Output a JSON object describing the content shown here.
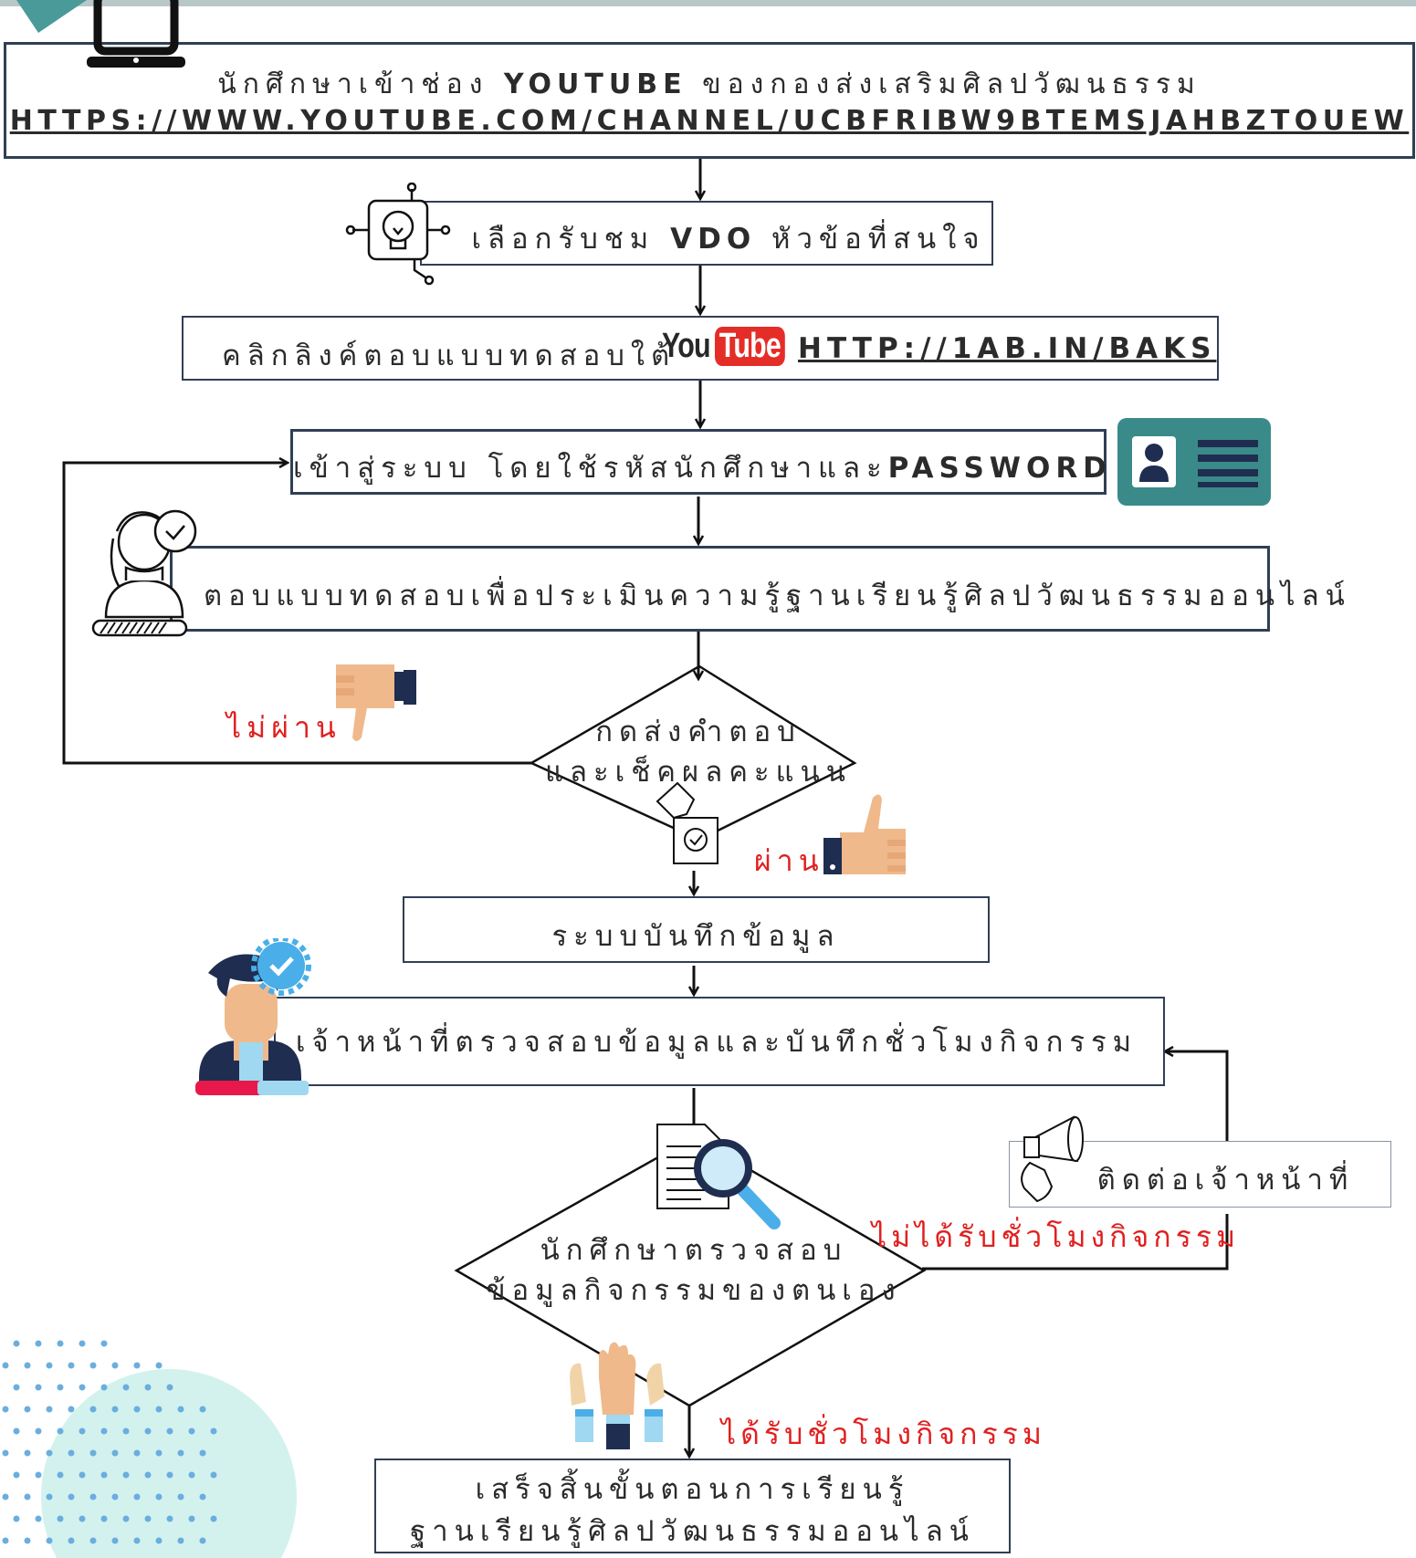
{
  "steps": {
    "s1": {
      "pre": "นักศึกษาเข้าช่อง",
      "bold": "YOUTUBE",
      "post": "ของกองส่งเสริมศิลปวัฒนธรรม",
      "url": "HTTPS://WWW.YOUTUBE.COM/CHANNEL/UCBFRIBW9BTEMSJAHBZTOUEW"
    },
    "s2": {
      "pre": "เลือกรับชม",
      "bold": "VDO",
      "post": "หัวข้อที่สนใจ"
    },
    "s3": {
      "pre": "คลิกลิงค์ตอบแบบทดสอบใต้",
      "logo_you": "You",
      "logo_tube": "Tube",
      "url": "HTTP://1AB.IN/BAKS"
    },
    "s4": {
      "pre": "เข้าสู่ระบบ โดยใช้รหัสนักศึกษาและ",
      "bold": "PASSWORD"
    },
    "s5": {
      "text": "ตอบแบบทดสอบเพื่อประเมินความรู้ฐานเรียนรู้ศิลปวัฒนธรรมออนไลน์"
    },
    "d1": {
      "line1": "กดส่งคำตอบ",
      "line2": "และเช็คผลคะแนน"
    },
    "s6": {
      "text": "ระบบบันทึกข้อมูล"
    },
    "s7": {
      "text": "เจ้าหน้าที่ตรวจสอบข้อมูลและบันทึกชั่วโมงกิจกรรม"
    },
    "d2": {
      "line1": "นักศึกษาตรวจสอบ",
      "line2": "ข้อมูลกิจกรรมของตนเอง"
    },
    "contact": {
      "text": "ติดต่อเจ้าหน้าที่"
    },
    "s8": {
      "line1": "เสร็จสิ้นขั้นตอนการเรียนรู้",
      "line2": "ฐานเรียนรู้ศิลปวัฒนธรรมออนไลน์"
    }
  },
  "labels": {
    "fail": "ไม่ผ่าน",
    "pass": "ผ่าน",
    "no_hours": "ไม่ได้รับชั่วโมงกิจกรรม",
    "got_hours": "ได้รับชั่วโมงกิจกรรม"
  },
  "icons": [
    "laptop-icon",
    "lightbulb-icon",
    "youtube-logo",
    "id-card-icon",
    "student-exam-icon",
    "thumbs-down-icon",
    "thumbs-up-icon",
    "vote-ballot-icon",
    "staff-verified-icon",
    "document-search-icon",
    "megaphone-icon",
    "raised-hands-icon"
  ],
  "colors": {
    "border": "#2f3f55",
    "accent_teal": "#3b8a8a",
    "red_label": "#e02020",
    "youtube_red": "#e52d27",
    "skin": "#f0b98b",
    "navy": "#1f2d50"
  }
}
